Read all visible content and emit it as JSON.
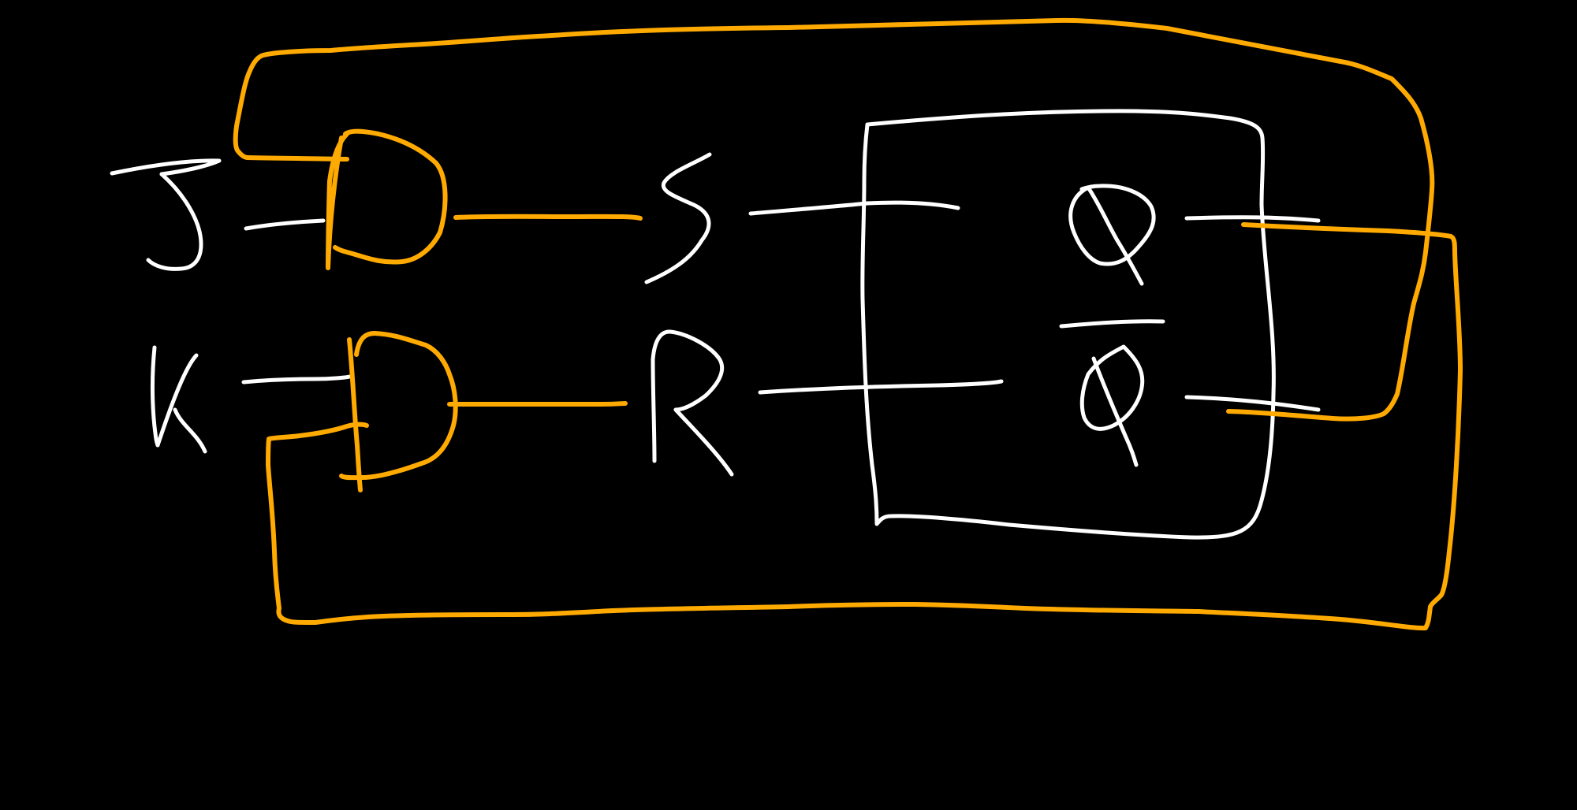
{
  "diagram": {
    "inputs": {
      "j": "J",
      "k": "K"
    },
    "latch_inputs": {
      "s": "S",
      "r": "R"
    },
    "outputs": {
      "q": "Q",
      "q_bar": "Q̄"
    },
    "colors": {
      "background": "#000000",
      "ink": "#FFFFFF",
      "feedback": "#FFAA00"
    }
  }
}
